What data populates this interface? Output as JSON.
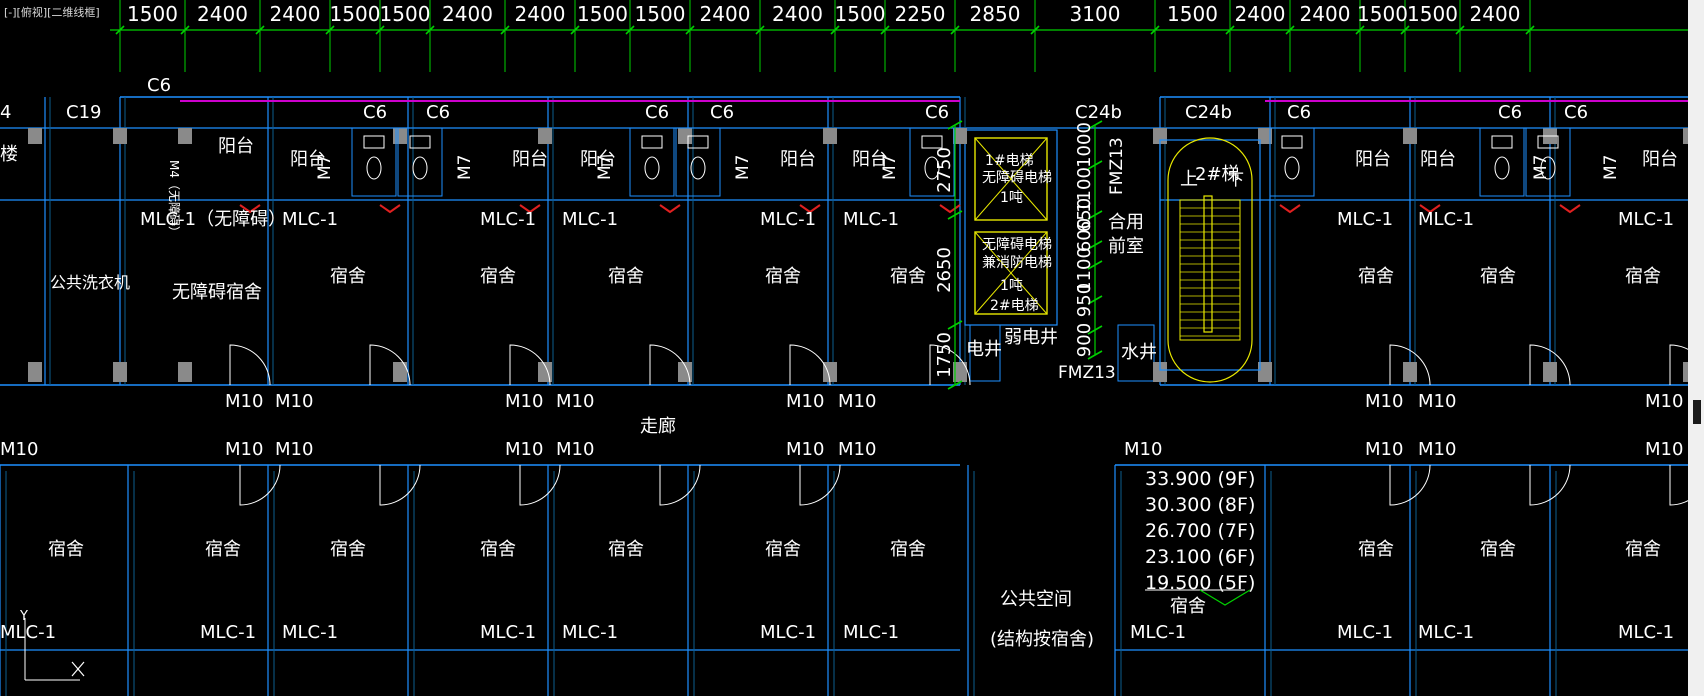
{
  "viewport": {
    "label": "[-][俯视][二维线框]"
  },
  "colors": {
    "background": "#000000",
    "wall": "#1e90ff",
    "wall_dark": "#0c5e8e",
    "text": "#ffffff",
    "dimension_green": "#00d000",
    "elevator_yellow": "#e8e800",
    "window_magenta": "#cc00cc",
    "column_gray": "#8a8a8a",
    "red_marker": "#e02020"
  },
  "dimensions_top": [
    "1500",
    "2400",
    "2400",
    "1500",
    "1500",
    "2400",
    "2400",
    "1500",
    "1500",
    "2400",
    "2400",
    "1500",
    "2250",
    "2850",
    "3100",
    "1500",
    "2400",
    "2400",
    "1500",
    "1500",
    "2400"
  ],
  "dimensions_vertical_left": [
    "2750",
    "2650",
    "1750"
  ],
  "dimensions_vertical_right": [
    "1000",
    "1100",
    "650",
    "600",
    "1100",
    "950",
    "900"
  ],
  "labels": {
    "c19": "C19",
    "c6": "C6",
    "c24b": "C24b",
    "balcony": "阳台",
    "mlc1": "MLC-1",
    "mlc1_accessible": "MLC-1（无障碍）",
    "m7": "M7",
    "m10": "M10",
    "m4": "M4（无障碍）",
    "dorm": "宿舍",
    "accessible_dorm": "无障碍宿舍",
    "laundry": "公共洗衣机",
    "corridor": "走廊",
    "public_space": "公共空间",
    "public_space_note": "(结构按宿舍)",
    "stair2": "2#梯",
    "stair_up": "上",
    "stair_down": "下",
    "elevator1": "1#电梯",
    "elevator1_sub": "无障碍电梯",
    "elevator1_load": "1吨",
    "elevator2a": "无障碍电梯",
    "elevator2b": "兼消防电梯",
    "elevator2_load": "1吨",
    "elevator2": "2#电梯",
    "shared_lobby_1": "合用",
    "shared_lobby_2": "前室",
    "fmz13": "FMZ13",
    "elec_shaft": "电井",
    "weak_shaft": "弱电井",
    "water_shaft": "水井",
    "truncated_4": "4",
    "truncated_stair": "楼",
    "y_axis": "Y"
  },
  "floor_levels": [
    "33.900 (9F)",
    "30.300 (8F)",
    "26.700 (7F)",
    "23.100 (6F)",
    "19.500 (5F)"
  ],
  "floor_level_tag": "宿舍"
}
